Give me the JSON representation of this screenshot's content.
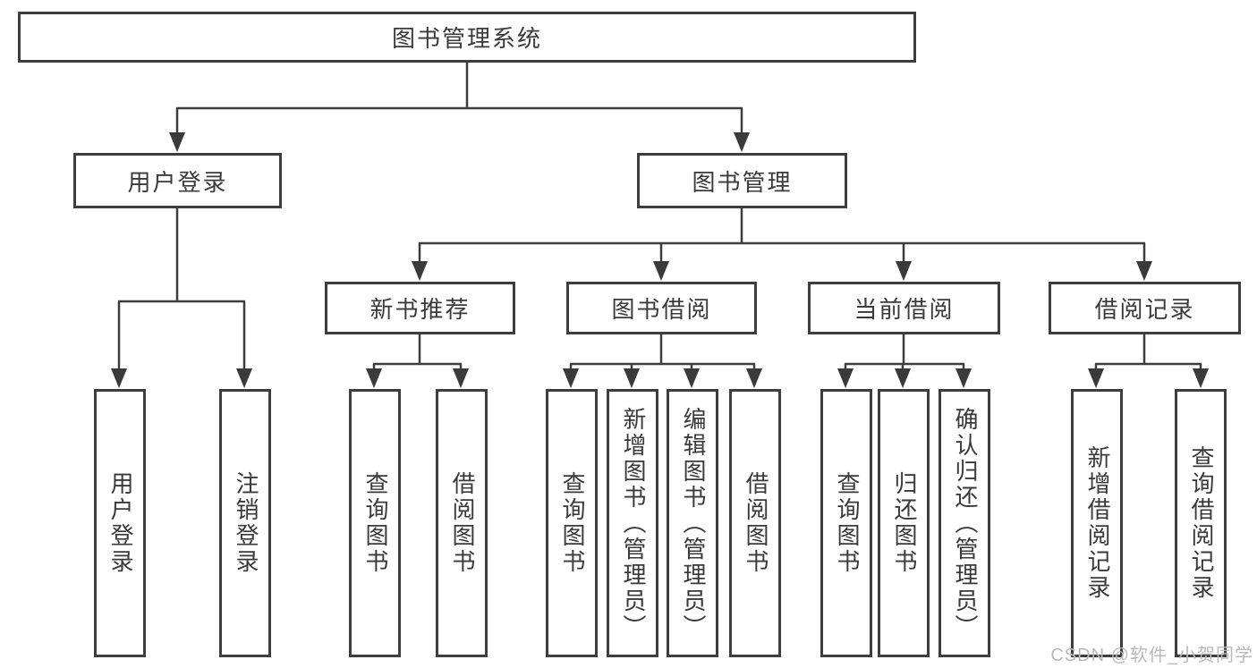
{
  "diagram_title": "图书管理系统",
  "tree": {
    "label": "图书管理系统",
    "children": [
      {
        "label": "用户登录",
        "children": [
          {
            "label": "用户登录"
          },
          {
            "label": "注销登录"
          }
        ]
      },
      {
        "label": "图书管理",
        "children": [
          {
            "label": "新书推荐",
            "children": [
              {
                "label": "查询图书"
              },
              {
                "label": "借阅图书"
              }
            ]
          },
          {
            "label": "图书借阅",
            "children": [
              {
                "label": "查询图书"
              },
              {
                "label": "新增图书（管理员）"
              },
              {
                "label": "编辑图书（管理员）"
              },
              {
                "label": "借阅图书"
              }
            ]
          },
          {
            "label": "当前借阅",
            "children": [
              {
                "label": "查询图书"
              },
              {
                "label": "归还图书"
              },
              {
                "label": "确认归还（管理员）"
              }
            ]
          },
          {
            "label": "借阅记录",
            "children": [
              {
                "label": "新增借阅记录"
              },
              {
                "label": "查询借阅记录"
              }
            ]
          }
        ]
      }
    ]
  },
  "watermark": {
    "text": "CSDN @软件_小贺同学"
  },
  "colors": {
    "background": "#ffffff",
    "box_border": "#3e3e3e",
    "connector_line": "#3d3d3d",
    "text": "#3a3a3a",
    "watermark_text": "#b9b9b9"
  }
}
